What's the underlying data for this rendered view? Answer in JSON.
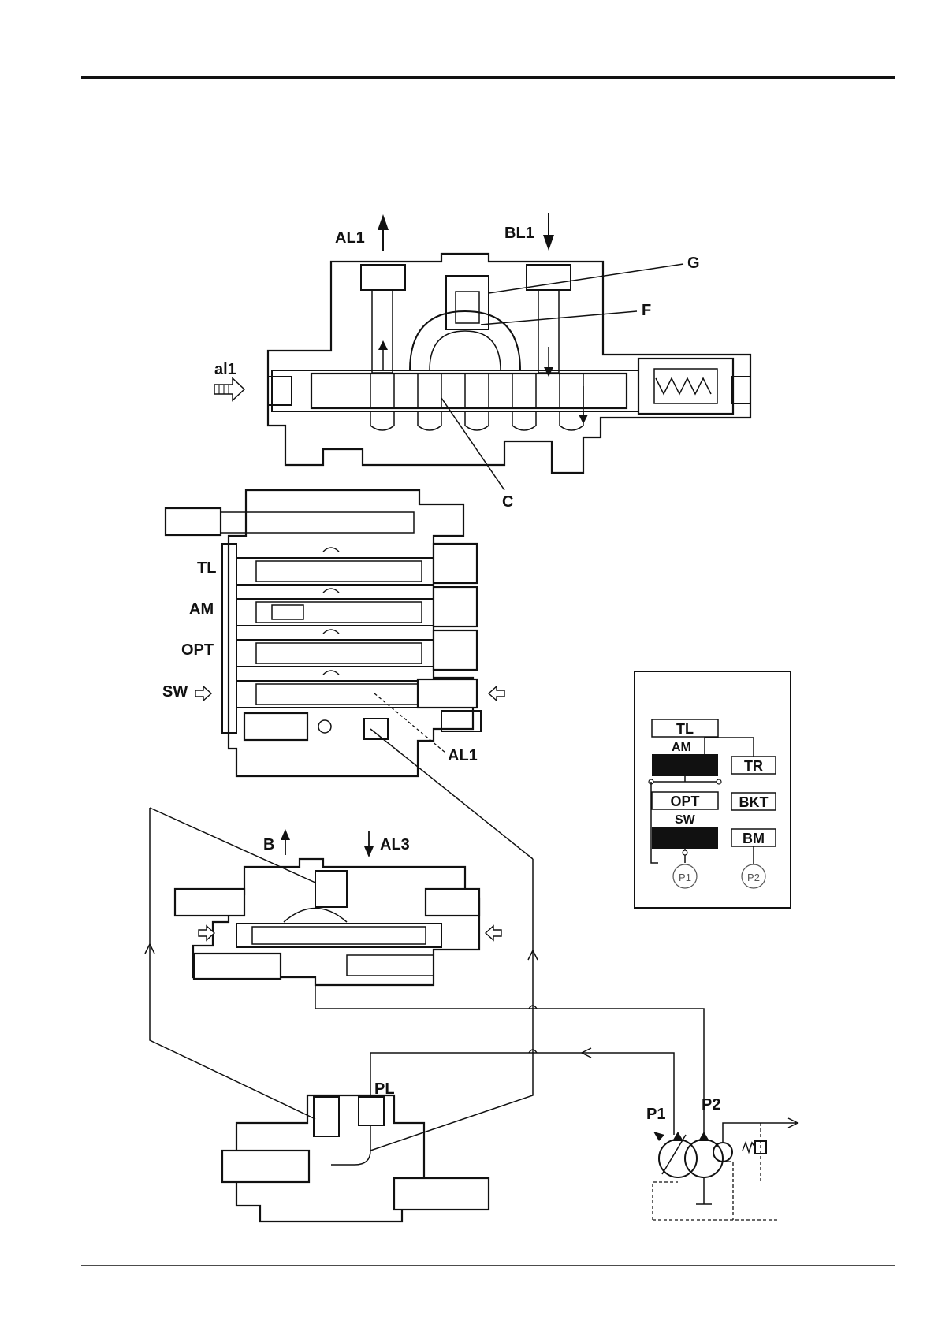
{
  "labels": {
    "al1_out": "AL1",
    "bl1_in": "BL1",
    "g": "G",
    "f": "F",
    "al1_pilot": "al1",
    "c": "C",
    "tl": "TL",
    "am": "AM",
    "opt": "OPT",
    "sw": "SW",
    "al1_section": "AL1",
    "b": "B",
    "al3": "AL3",
    "pl": "PL",
    "p1": "P1",
    "p2": "P2"
  },
  "schematic": {
    "tl": "TL",
    "am": "AM",
    "opt": "OPT",
    "sw": "SW",
    "tr": "TR",
    "bkt": "BKT",
    "bm": "BM",
    "p1": "P1",
    "p2": "P2"
  }
}
